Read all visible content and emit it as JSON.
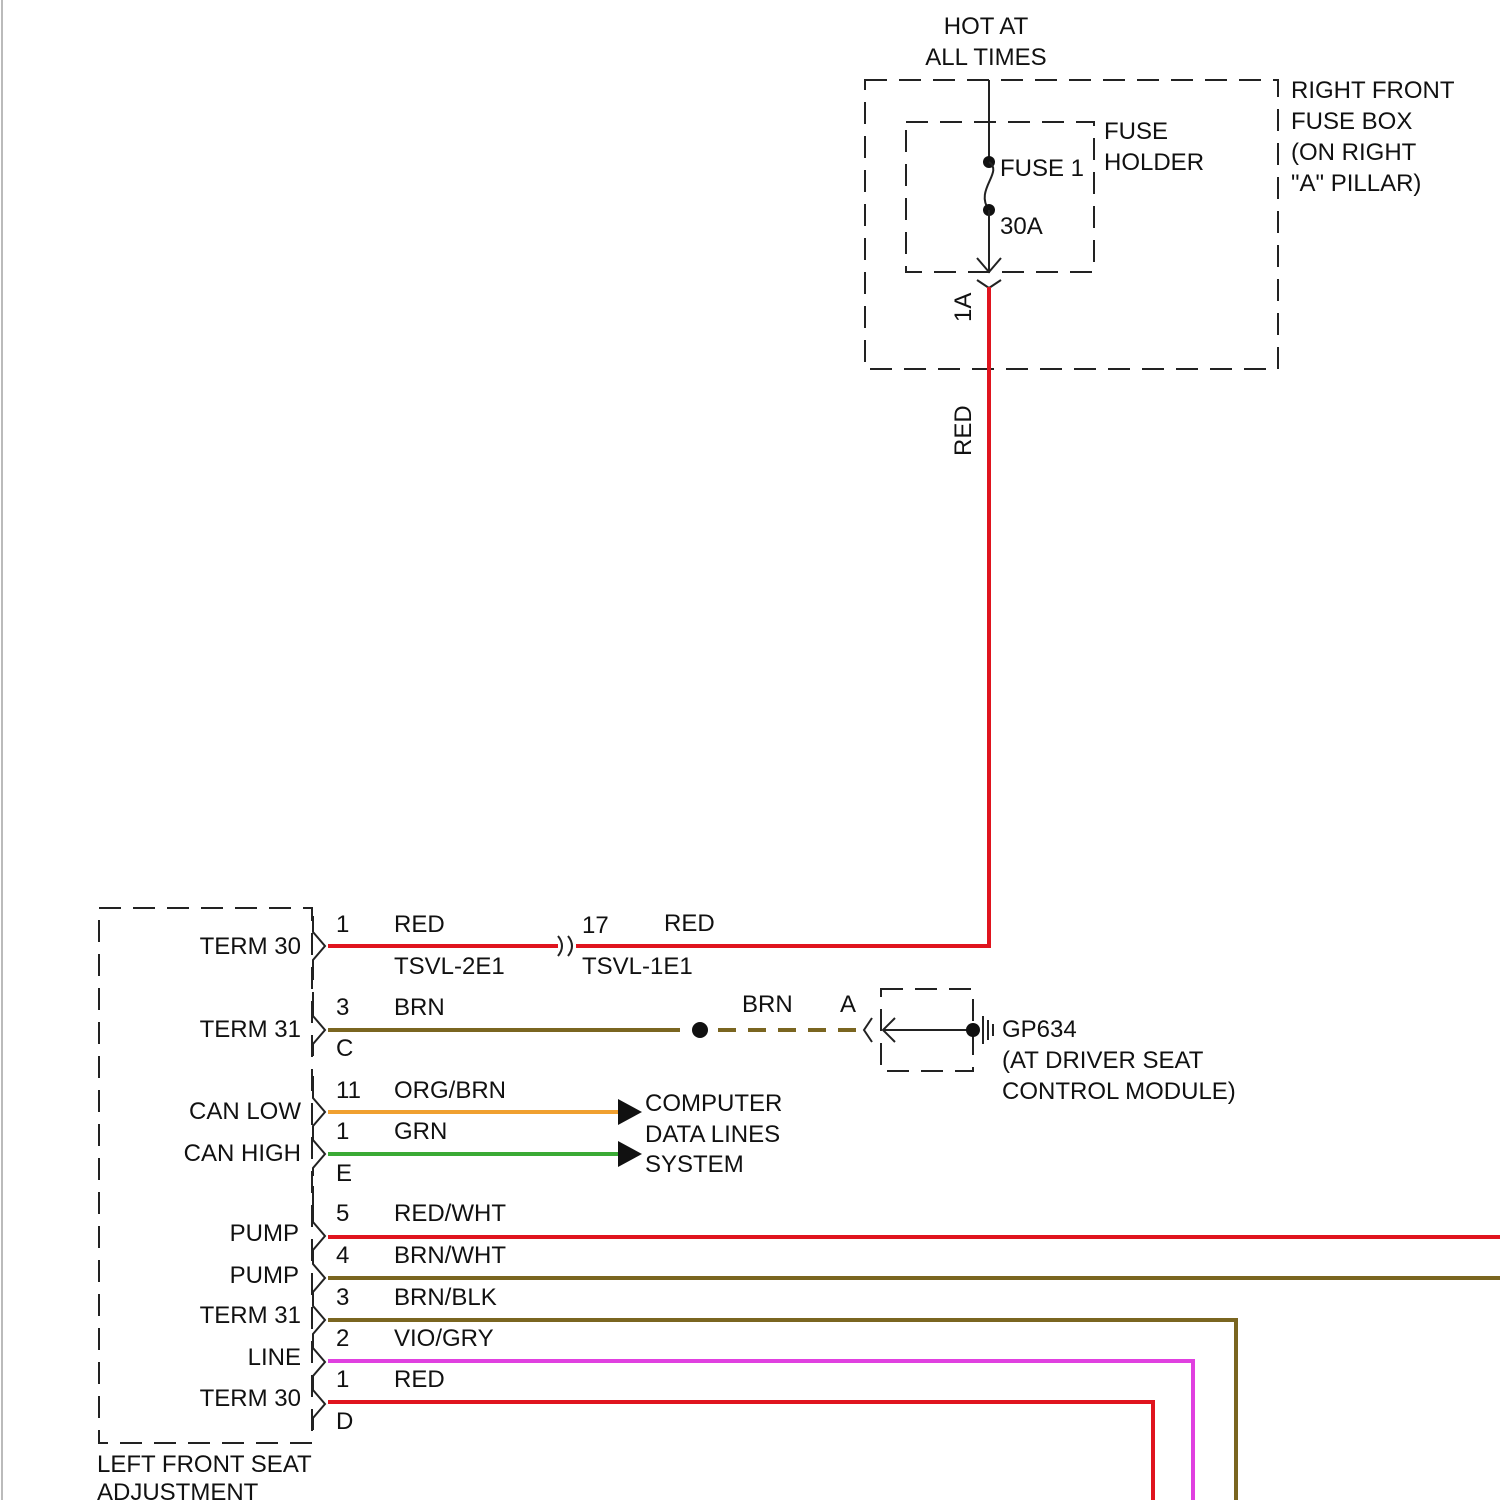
{
  "colors": {
    "red": "#e0141e",
    "brown": "#7a6520",
    "orange": "#f0a030",
    "green": "#3aaa35",
    "violet": "#e040e0",
    "outline": "#222222"
  },
  "labels": {
    "hot_at_1": "HOT AT",
    "hot_at_2": "ALL TIMES",
    "rffb_1": "RIGHT FRONT",
    "rffb_2": "FUSE BOX",
    "rffb_3": "(ON RIGHT",
    "rffb_4": "\"A\" PILLAR)",
    "fuse_holder_1": "FUSE",
    "fuse_holder_2": "HOLDER",
    "fuse_name": "FUSE 1",
    "fuse_rating": "30A",
    "connector_1a": "1A",
    "red_vertical": "RED",
    "term30_top": "TERM 30",
    "term31_top": "TERM 31",
    "can_low": "CAN LOW",
    "can_high": "CAN HIGH",
    "pump_a": "PUMP",
    "pump_b": "PUMP",
    "term31_bottom": "TERM 31",
    "line": "LINE",
    "term30_bottom": "TERM 30",
    "module_1": "LEFT FRONT SEAT",
    "module_2": "ADJUSTMENT",
    "pin_1_top": "1",
    "wire_red_top": "RED",
    "tsvl_2e1": "TSVL-2E1",
    "pin_17": "17",
    "wire_red_top2": "RED",
    "tsvl_1e1": "TSVL-1E1",
    "pin_3_top": "3",
    "wire_brn": "BRN",
    "conn_c": "C",
    "wire_brn2": "BRN",
    "conn_a": "A",
    "gp634_1": "GP634",
    "gp634_2": "(AT DRIVER SEAT",
    "gp634_3": "CONTROL MODULE)",
    "pin_11": "11",
    "wire_org_brn": "ORG/BRN",
    "pin_1_grn": "1",
    "wire_grn": "GRN",
    "conn_e": "E",
    "cdl_1": "COMPUTER",
    "cdl_2": "DATA LINES",
    "cdl_3": "SYSTEM",
    "pin_5": "5",
    "wire_red_wht": "RED/WHT",
    "pin_4": "4",
    "wire_brn_wht": "BRN/WHT",
    "pin_3_bottom": "3",
    "wire_brn_blk": "BRN/BLK",
    "pin_2": "2",
    "wire_vio_gry": "VIO/GRY",
    "pin_1_bottom": "1",
    "wire_red_bottom": "RED",
    "conn_d": "D"
  }
}
